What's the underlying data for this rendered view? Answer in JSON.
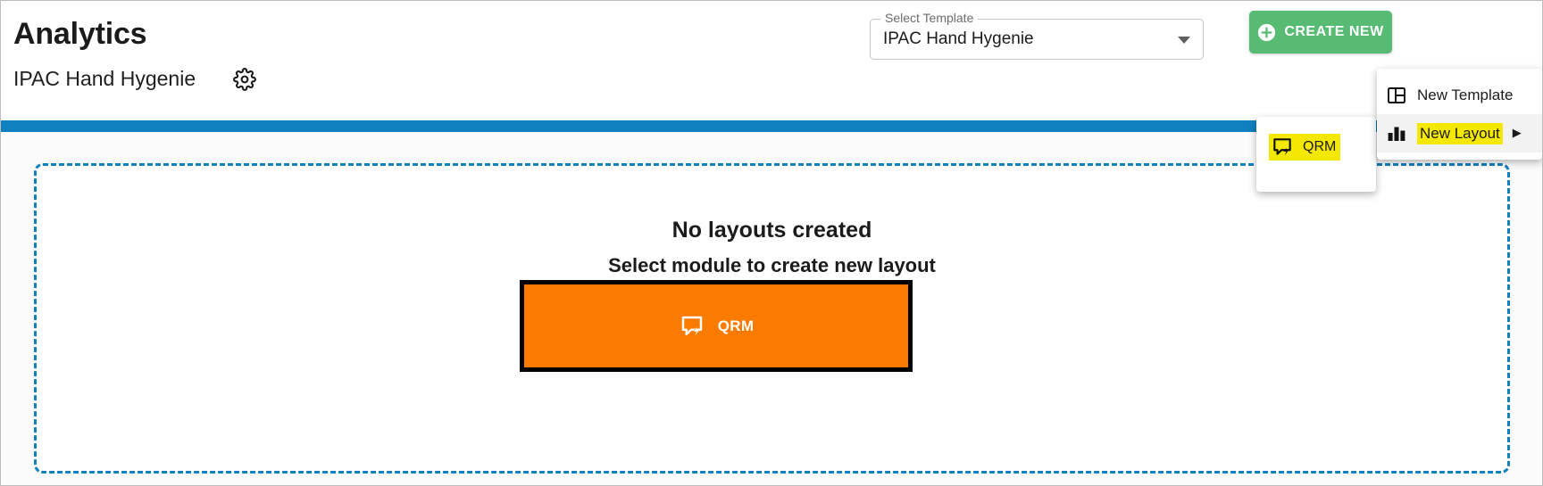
{
  "header": {
    "title": "Analytics",
    "subtitle": "IPAC Hand Hygenie",
    "settings_icon": "gear-icon"
  },
  "template_select": {
    "label": "Select Template",
    "value": "IPAC Hand Hygenie",
    "arrow_icon": "chevron-down-icon"
  },
  "create_new_button": {
    "label": "CREATE NEW",
    "icon": "plus-circle-icon",
    "color": "#57bb73"
  },
  "create_menu": {
    "items": [
      {
        "label": "New Template",
        "icon": "layout-icon",
        "highlighted": false,
        "hovered": false,
        "has_submenu": false
      },
      {
        "label": "New Layout",
        "icon": "bar-chart-icon",
        "highlighted": true,
        "hovered": true,
        "has_submenu": true,
        "submenu_arrow": "▶"
      }
    ]
  },
  "qrm_submenu": {
    "items": [
      {
        "label": "QRM",
        "icon": "qrm-bubble-icon",
        "highlighted": true
      }
    ]
  },
  "sidebar_toggle": {
    "icon": "chevron-left-icon",
    "glyph": "‹"
  },
  "main": {
    "empty_title": "No layouts created",
    "empty_subtitle": "Select module to create new layout",
    "module_button": {
      "label": "QRM",
      "icon": "qrm-bubble-icon",
      "color": "#fb7a00"
    }
  },
  "theme": {
    "accent_blue": "#1180be",
    "accent_green": "#57bb73",
    "accent_orange": "#fb7a00",
    "highlight_yellow": "#f5e800"
  }
}
